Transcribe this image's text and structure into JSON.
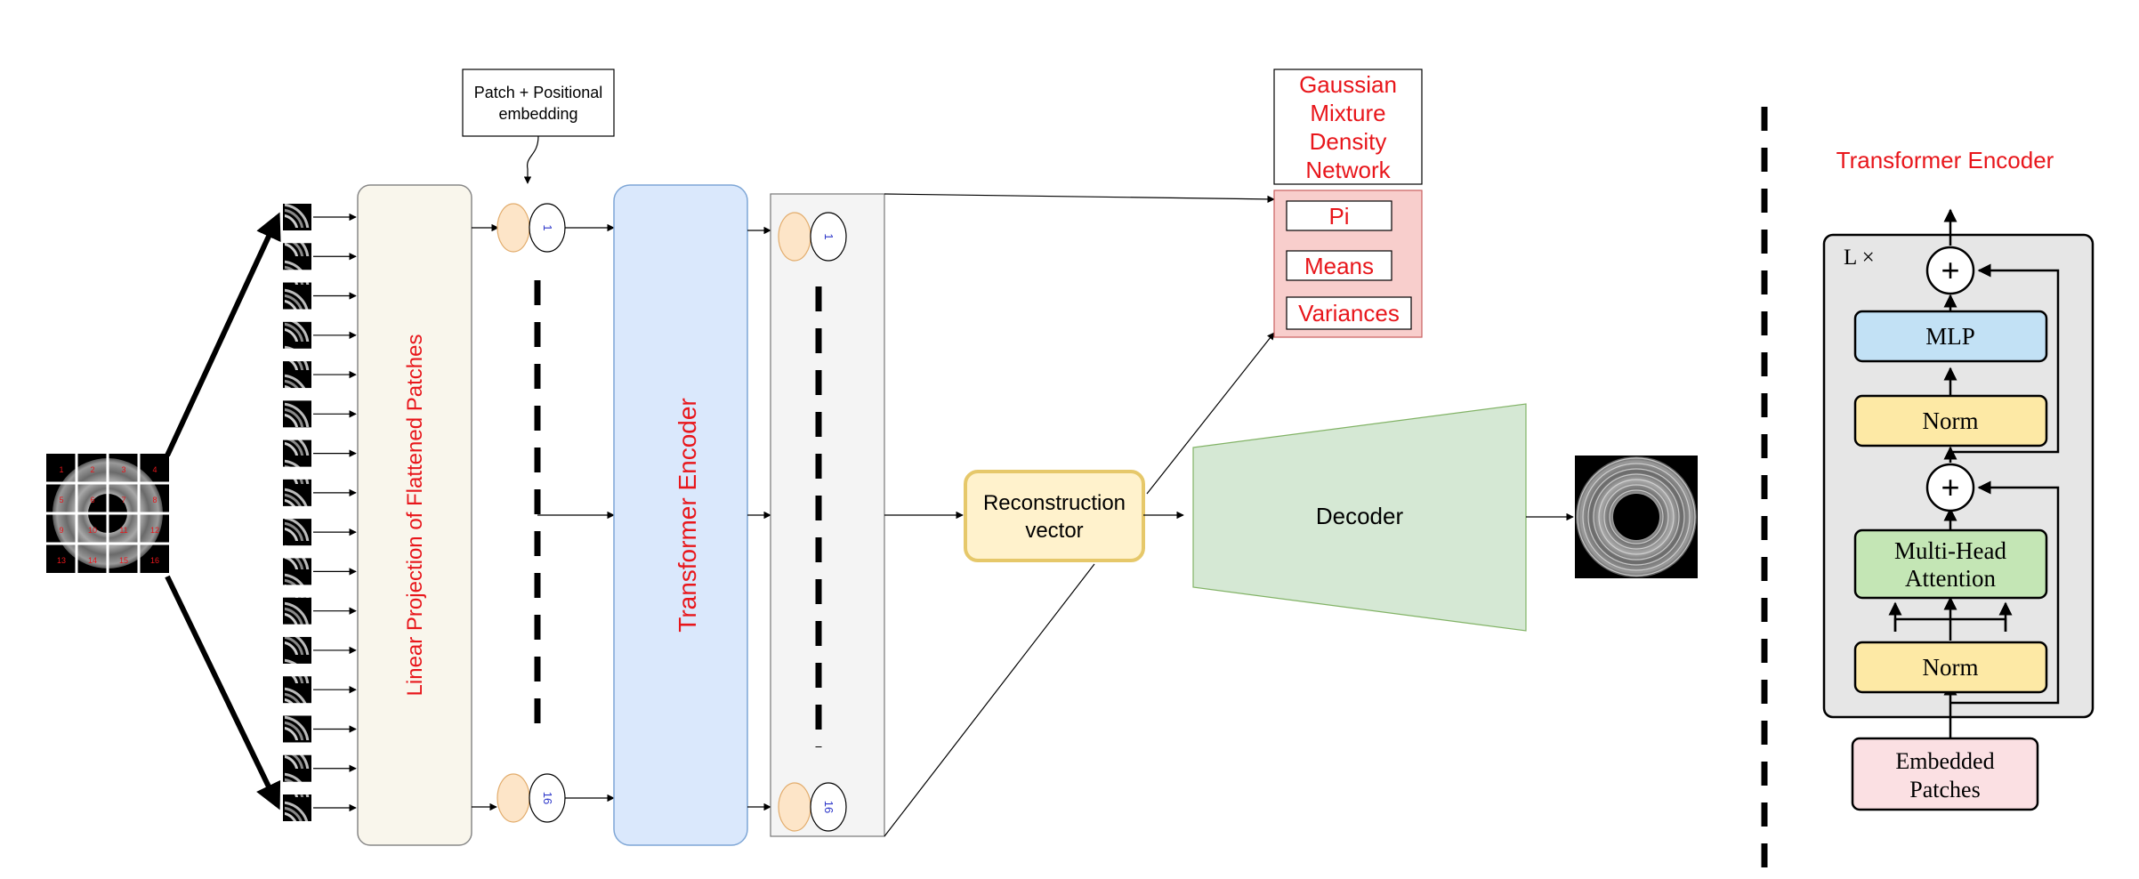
{
  "patch_embedding_label": [
    "Patch + Positional",
    "embedding"
  ],
  "linear_projection_label": "Linear Projection of Flattened Patches",
  "transformer_encoder_label": "Transformer Encoder",
  "token_first": "1",
  "token_last": "16",
  "gmdn_title": [
    "Gaussian",
    "Mixture",
    "Density",
    "Network"
  ],
  "gmdn_outputs": {
    "pi": "Pi",
    "means": "Means",
    "variances": "Variances"
  },
  "reconstruction_label": [
    "Reconstruction",
    "vector"
  ],
  "decoder_label": "Decoder",
  "encoder_detail": {
    "title": "Transformer Encoder",
    "repeat_label": "L ×",
    "mlp": "MLP",
    "norm_top": "Norm",
    "attention": [
      "Multi-Head",
      "Attention"
    ],
    "norm_bottom": "Norm",
    "embedded_patches": [
      "Embedded",
      "Patches"
    ],
    "plus": "+"
  },
  "patch_numbers": [
    "1",
    "2",
    "3",
    "4",
    "5",
    "6",
    "7",
    "8",
    "9",
    "10",
    "11",
    "12",
    "13",
    "14",
    "15",
    "16"
  ],
  "colors": {
    "red_text": "#e8161b",
    "blue_number": "#2b35c9",
    "linear_fill": "#f9f6ec",
    "encoder_fill": "#dae8fc",
    "output_fill": "#f4f4f4",
    "token_fill": "#fde5c8",
    "gmdn_fill": "#f8cecc",
    "recon_fill": "#fff2cc",
    "recon_stroke": "#e6c86a",
    "decoder_fill": "#d5e8d4",
    "mlp_fill": "#c2e1f5",
    "norm_fill": "#fde9a5",
    "attention_fill": "#c4e6b5",
    "embedded_fill": "#fbe0e3",
    "encoder_bg": "#e6e6e6"
  }
}
